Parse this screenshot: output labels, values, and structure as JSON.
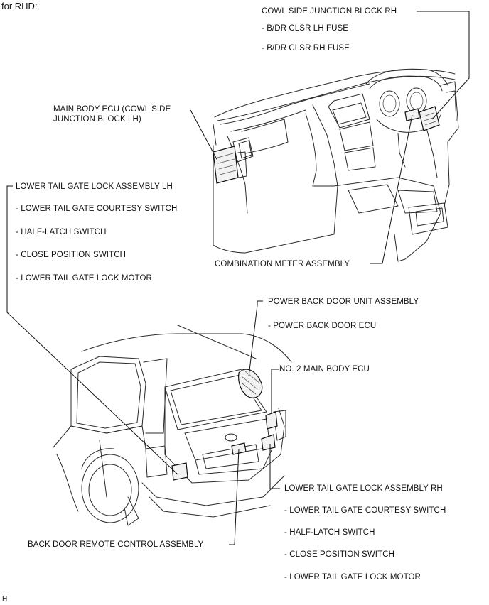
{
  "header": {
    "variant": "for RHD:"
  },
  "footer": {
    "code": "H"
  },
  "labels": {
    "cowl_rh": "COWL SIDE JUNCTION BLOCK RH",
    "cowl_rh_fuse_lh": "- B/DR CLSR LH FUSE",
    "cowl_rh_fuse_rh": "- B/DR CLSR RH FUSE",
    "main_body_ecu_1": "MAIN BODY ECU (COWL SIDE",
    "main_body_ecu_2": "JUNCTION BLOCK LH)",
    "lower_lh": "LOWER TAIL GATE LOCK ASSEMBLY LH",
    "lower_lh_courtesy": "- LOWER TAIL GATE COURTESY SWITCH",
    "lower_lh_half": "- HALF-LATCH SWITCH",
    "lower_lh_close": "- CLOSE POSITION SWITCH",
    "lower_lh_motor": "- LOWER TAIL GATE LOCK MOTOR",
    "combination_meter": "COMBINATION METER ASSEMBLY",
    "power_back_door_unit": "POWER BACK DOOR UNIT ASSEMBLY",
    "power_back_door_ecu": "- POWER BACK DOOR ECU",
    "no2_main_body_ecu": "NO. 2 MAIN BODY ECU",
    "lower_rh": "LOWER TAIL GATE LOCK ASSEMBLY RH",
    "lower_rh_courtesy": "- LOWER TAIL GATE COURTESY SWITCH",
    "lower_rh_half": "- HALF-LATCH SWITCH",
    "lower_rh_close": "- CLOSE POSITION SWITCH",
    "lower_rh_motor": "- LOWER TAIL GATE LOCK MOTOR",
    "back_door_remote": "BACK DOOR REMOTE CONTROL ASSEMBLY"
  },
  "colors": {
    "ink": "#111111",
    "background": "#ffffff"
  }
}
